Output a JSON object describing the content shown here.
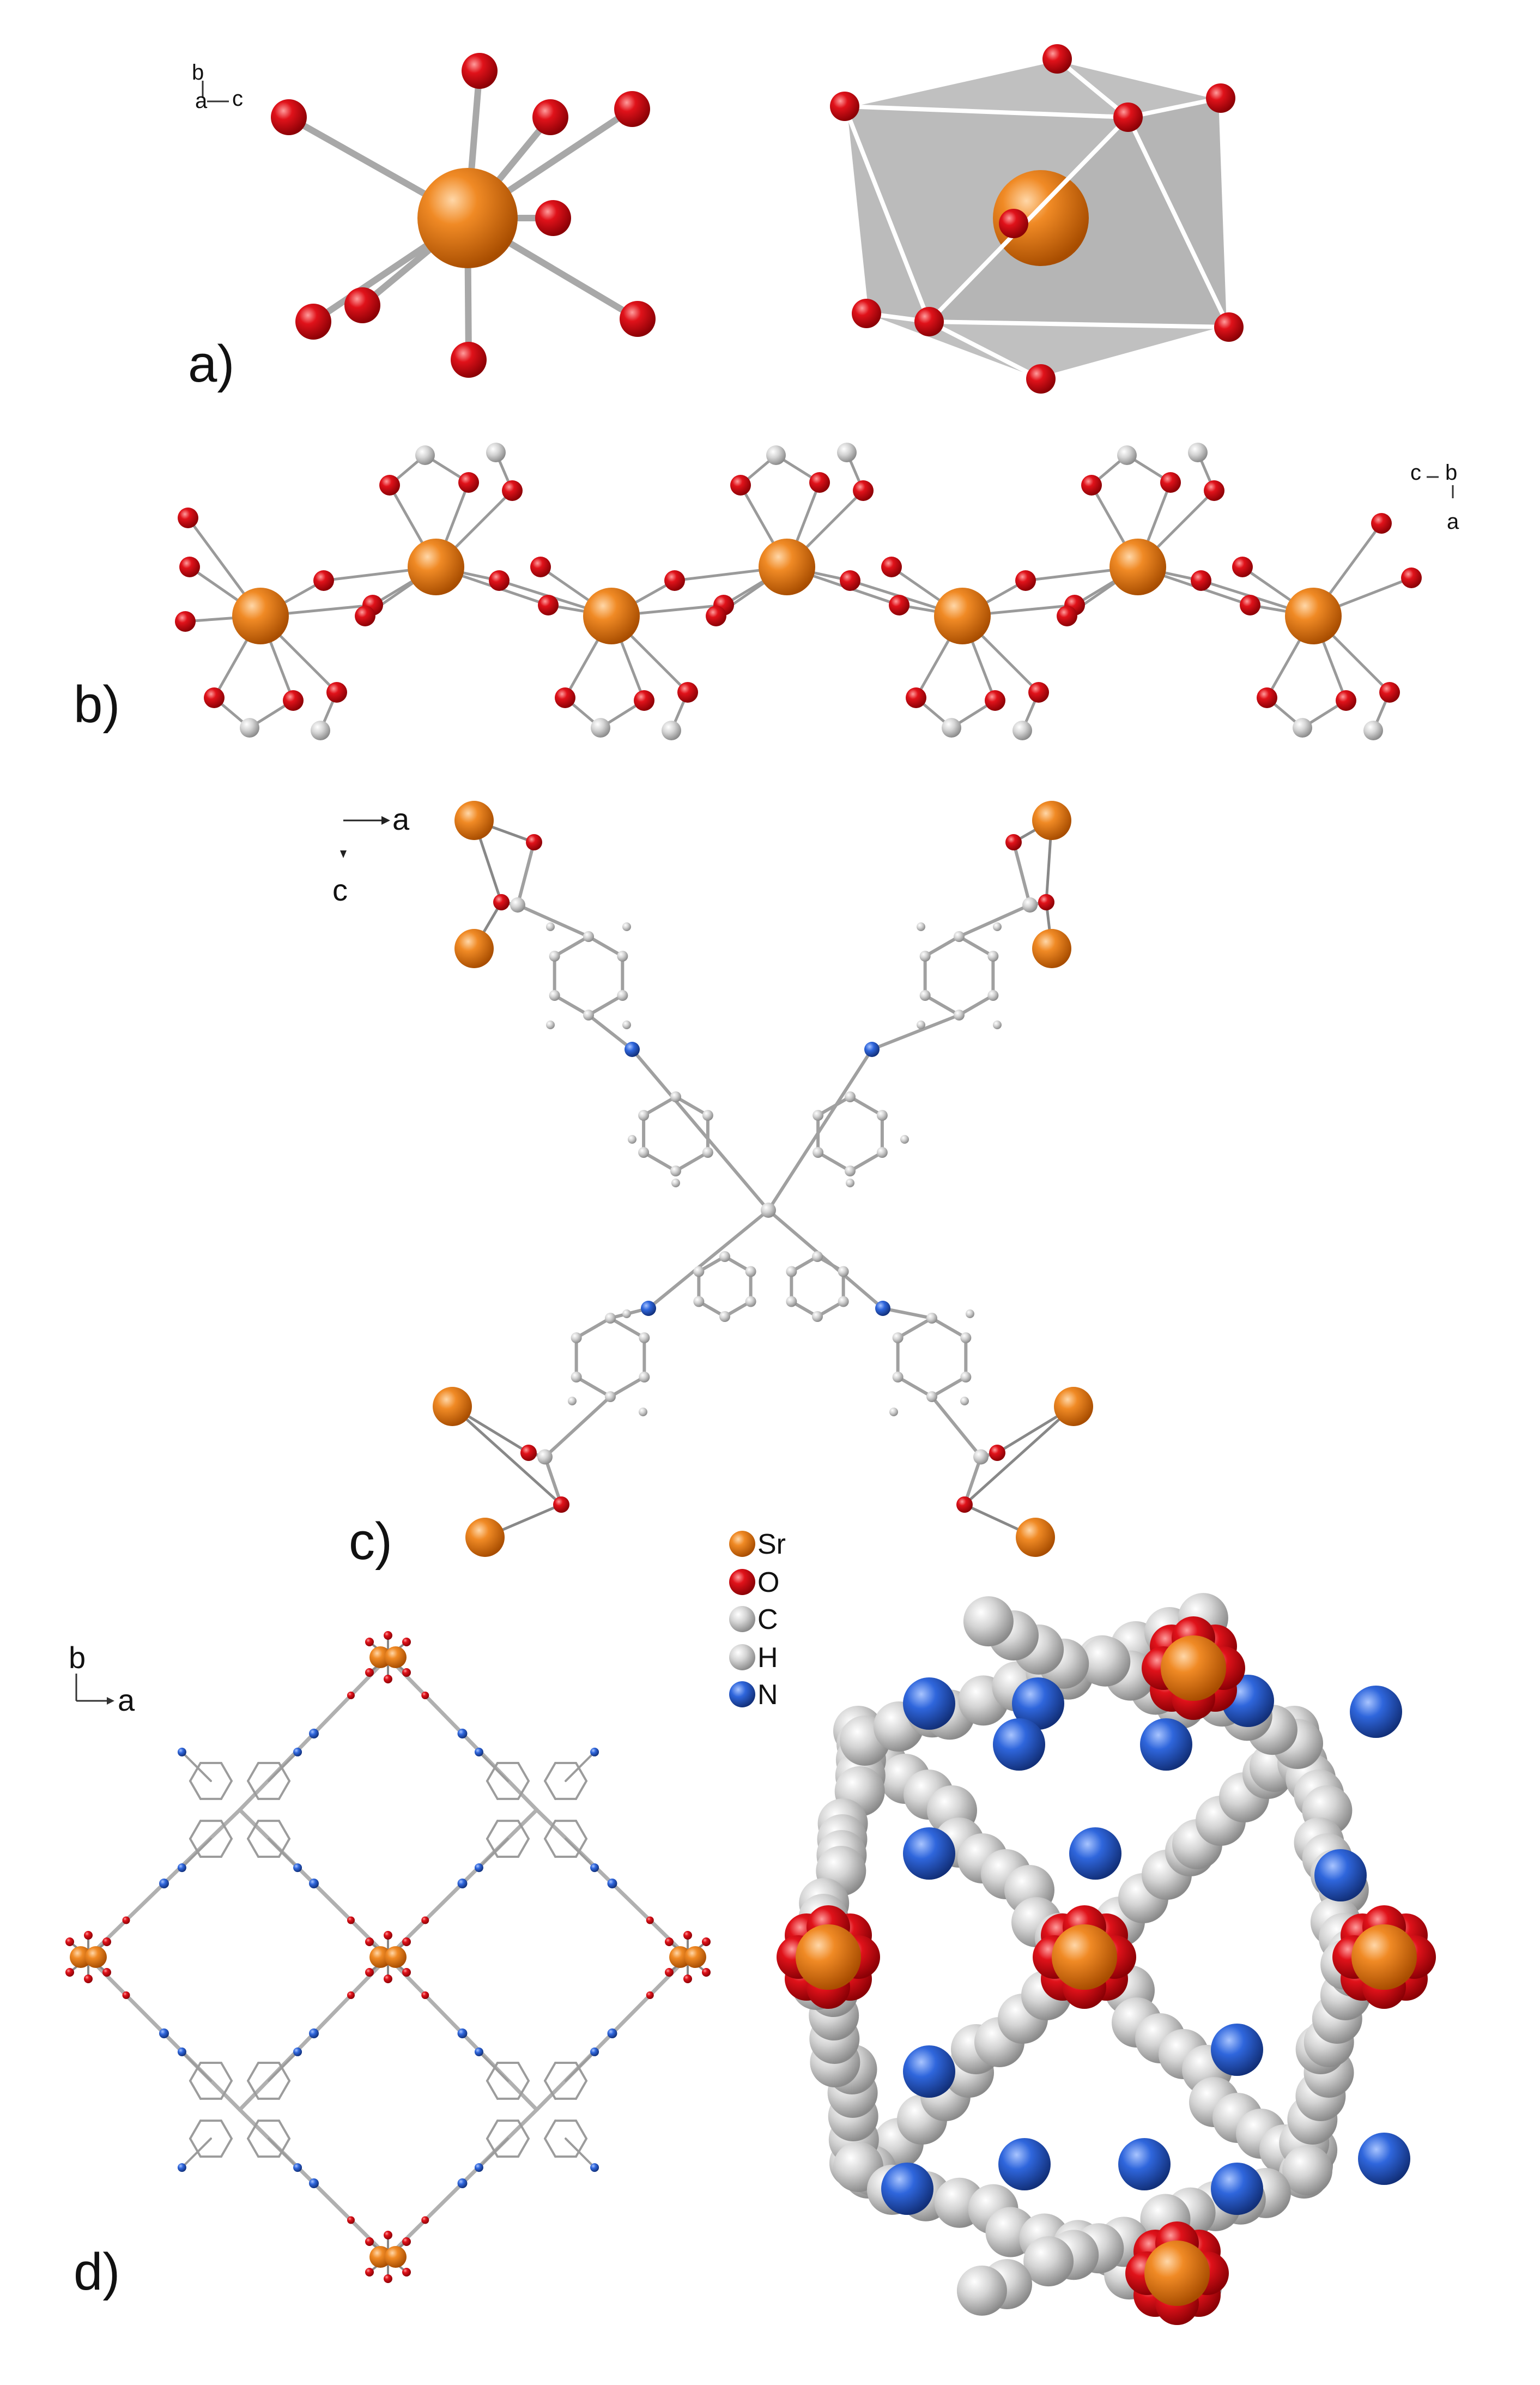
{
  "colors": {
    "strontium": "#e87811",
    "oxygen": "#d9050a",
    "carbon": "#c9c9c9",
    "hydrogen": "#e8e8e8",
    "nitrogen": "#2a5fd6",
    "bond": "#9a9a9a",
    "polyhedron": "#8c8c8c"
  },
  "panels": {
    "a": {
      "label": "a)",
      "axes": {
        "b": "b",
        "a": "a",
        "c": "c"
      }
    },
    "b": {
      "label": "b)",
      "axes": {
        "c": "c",
        "b": "b",
        "a": "a"
      }
    },
    "c": {
      "label": "c)",
      "axes": {
        "a": "a",
        "c": "c"
      }
    },
    "d": {
      "label": "d)",
      "axes": {
        "b": "b",
        "a": "a"
      }
    }
  },
  "legend": [
    {
      "symbol": "Sr",
      "label": "Sr",
      "color_key": "strontium"
    },
    {
      "symbol": "O",
      "label": "O",
      "color_key": "oxygen"
    },
    {
      "symbol": "C",
      "label": "C",
      "color_key": "carbon"
    },
    {
      "symbol": "H",
      "label": "H",
      "color_key": "hydrogen"
    },
    {
      "symbol": "N",
      "label": "N",
      "color_key": "nitrogen"
    }
  ]
}
